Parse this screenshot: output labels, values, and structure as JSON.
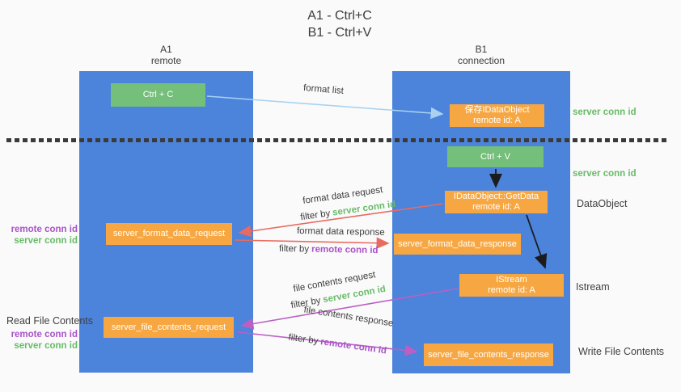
{
  "title": {
    "line1": "A1 - Ctrl+C",
    "line2": "B1 - Ctrl+V"
  },
  "lanes": {
    "left": {
      "name": "A1",
      "subtitle": "remote"
    },
    "right": {
      "name": "B1",
      "subtitle": "connection"
    }
  },
  "nodes": {
    "ctrl_c": {
      "label": "Ctrl + C"
    },
    "ctrl_v": {
      "label": "Ctrl + V"
    },
    "save_idataobject": {
      "line1": "保存IDataObject",
      "line2": "remote id: A"
    },
    "getdata": {
      "line1": "IDataObject::GetData",
      "line2": "remote id: A"
    },
    "istream": {
      "line1": "IStream",
      "line2": "remote id: A"
    },
    "format_request": {
      "label": "server_format_data_request"
    },
    "format_response": {
      "label": "server_format_data_response"
    },
    "file_request": {
      "label": "server_file_contents_request"
    },
    "file_response": {
      "label": "server_file_contents_response"
    }
  },
  "arrows": {
    "format_list": {
      "label": "format list"
    },
    "format_data_request": {
      "label": "format data request",
      "filter_prefix": "filter by",
      "filter_key": "server conn id"
    },
    "format_data_response": {
      "label": "format data response",
      "filter_prefix": "filter by",
      "filter_key": "remote conn id"
    },
    "file_contents_request": {
      "label": "file contents request",
      "filter_prefix": "filter by",
      "filter_key": "server conn id"
    },
    "file_contents_response": {
      "label": "file contents response",
      "filter_prefix": "filter by",
      "filter_key": "remote conn id"
    }
  },
  "side_labels": {
    "server_conn_id_top": "server conn id",
    "server_conn_id_mid": "server conn id",
    "dataobject": "DataObject",
    "istream": "Istream",
    "write_file_contents": "Write File Contents",
    "read_file_contents": "Read File Contents",
    "left_mid": {
      "remote": "remote conn id",
      "server": "server conn id"
    },
    "left_bottom": {
      "remote": "remote conn id",
      "server": "server conn id"
    }
  },
  "colors": {
    "lane_blue": "#4c83db",
    "box_green": "#74bf7a",
    "box_orange": "#f7a742",
    "arrow_red": "#e96b60",
    "arrow_magenta": "#bc5fc4",
    "arrow_lightblue": "#a8d2f0",
    "arrow_black": "#1c1c1c",
    "text_green": "#67bb67",
    "text_purple": "#a953c8",
    "text_gray": "#3f3f3f",
    "background": "#fafafa"
  }
}
